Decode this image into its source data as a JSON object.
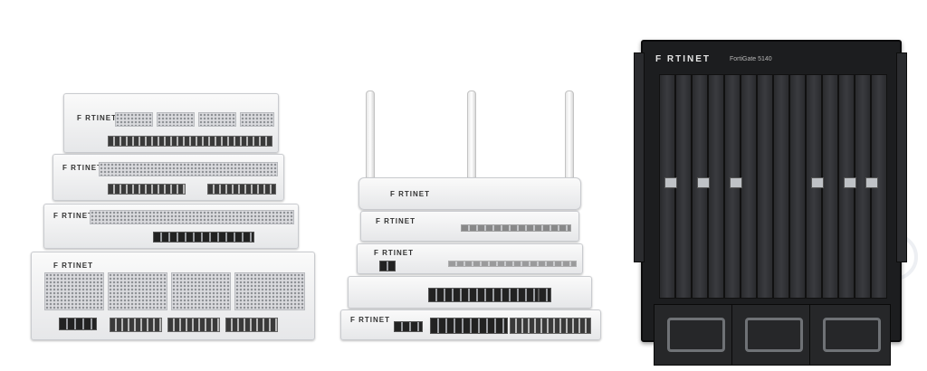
{
  "image": {
    "description_free": true,
    "background": "#ffffff",
    "brand_color": "#d01e2d",
    "watermark_color": "#1e5aa8"
  },
  "brand": {
    "logo_text": "F RTINET"
  },
  "chassis": {
    "logo_text": "F RTINET",
    "model_text": "FortiGate 5140"
  }
}
